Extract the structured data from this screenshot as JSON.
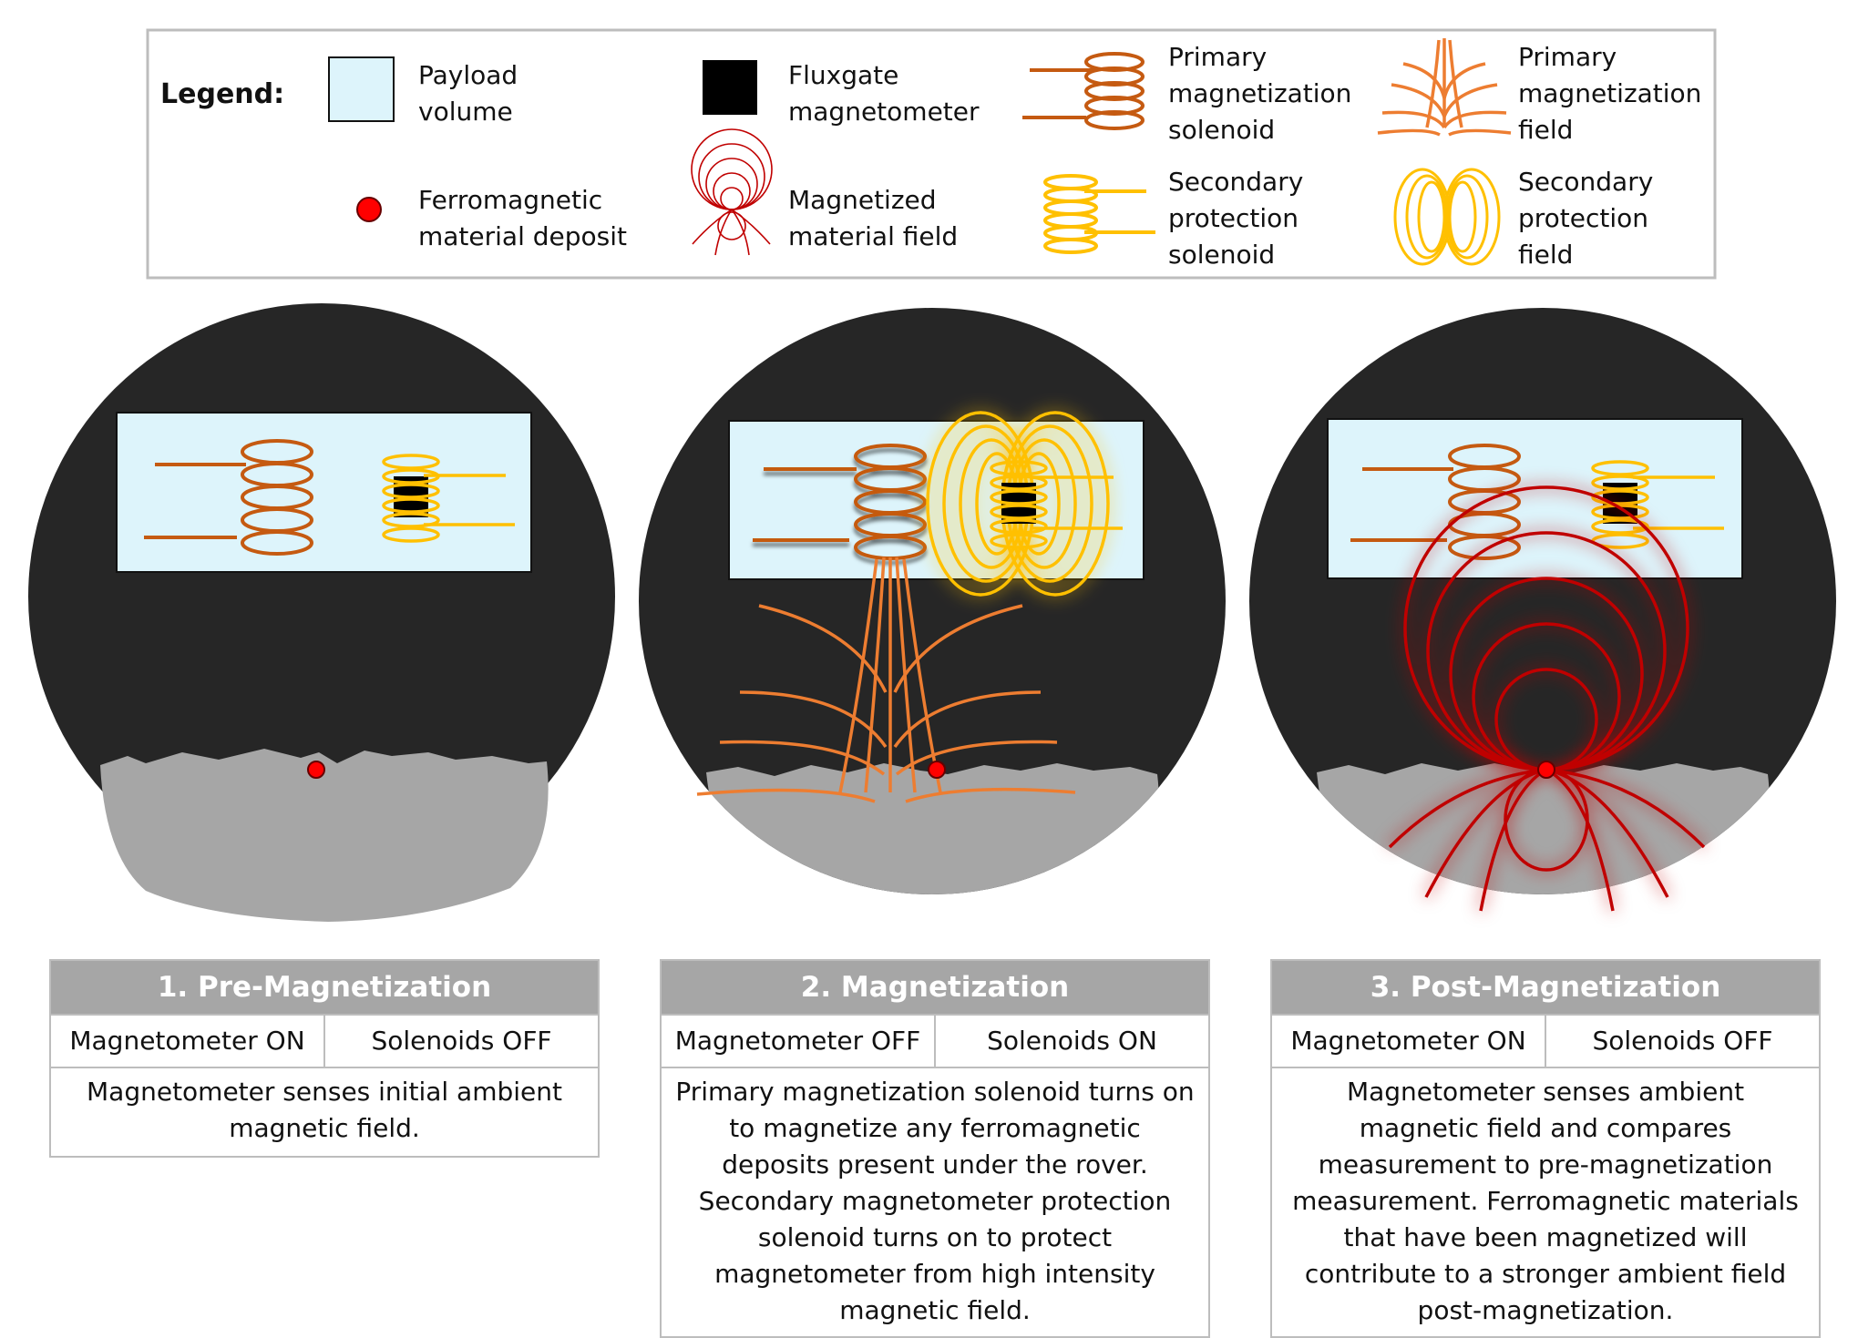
{
  "colors": {
    "background": "#ffffff",
    "scene_circle": "#262626",
    "payload_volume": "#ddf4fb",
    "ground": "#a6a6a6",
    "primary_solenoid": "#c55a11",
    "primary_field": "#ed7d31",
    "secondary_solenoid": "#ffc000",
    "fluxgate": "#000000",
    "deposit": "#ff0000",
    "material_field": "#c00000",
    "table_header": "#a6a6a6",
    "table_border": "#bdbdbd"
  },
  "legend": {
    "title": "Legend:",
    "items": [
      {
        "icon": "payload-volume-swatch",
        "lines": [
          "Payload",
          "volume"
        ]
      },
      {
        "icon": "fluxgate-magnetometer-icon",
        "lines": [
          "Fluxgate",
          "magnetometer"
        ]
      },
      {
        "icon": "primary-solenoid-icon",
        "lines": [
          "Primary",
          "magnetization",
          "solenoid"
        ]
      },
      {
        "icon": "primary-field-icon",
        "lines": [
          "Primary",
          "magnetization",
          "field"
        ]
      },
      {
        "icon": "deposit-dot-icon",
        "lines": [
          "Ferromagnetic",
          "material deposit"
        ]
      },
      {
        "icon": "material-field-icon",
        "lines": [
          "Magnetized",
          "material field"
        ]
      },
      {
        "icon": "secondary-solenoid-icon",
        "lines": [
          "Secondary",
          "protection",
          "solenoid"
        ]
      },
      {
        "icon": "secondary-field-icon",
        "lines": [
          "Secondary",
          "protection",
          "field"
        ]
      }
    ]
  },
  "stages": [
    {
      "title": "1.  Pre-Magnetization",
      "magnetometer": "Magnetometer ON",
      "solenoids": "Solenoids OFF",
      "description": "Magnetometer senses initial ambient magnetic field."
    },
    {
      "title": "2. Magnetization",
      "magnetometer": "Magnetometer OFF",
      "solenoids": "Solenoids ON",
      "description": "Primary magnetization solenoid turns on to magnetize any ferromagnetic deposits present under the rover.  Secondary magnetometer protection solenoid turns on to protect magnetometer from high intensity magnetic field."
    },
    {
      "title": "3. Post-Magnetization",
      "magnetometer": "Magnetometer ON",
      "solenoids": "Solenoids OFF",
      "description": "Magnetometer senses ambient magnetic field and compares measurement to pre-magnetization measurement.  Ferromagnetic materials that have been magnetized will contribute to a stronger ambient field post-magnetization."
    }
  ]
}
